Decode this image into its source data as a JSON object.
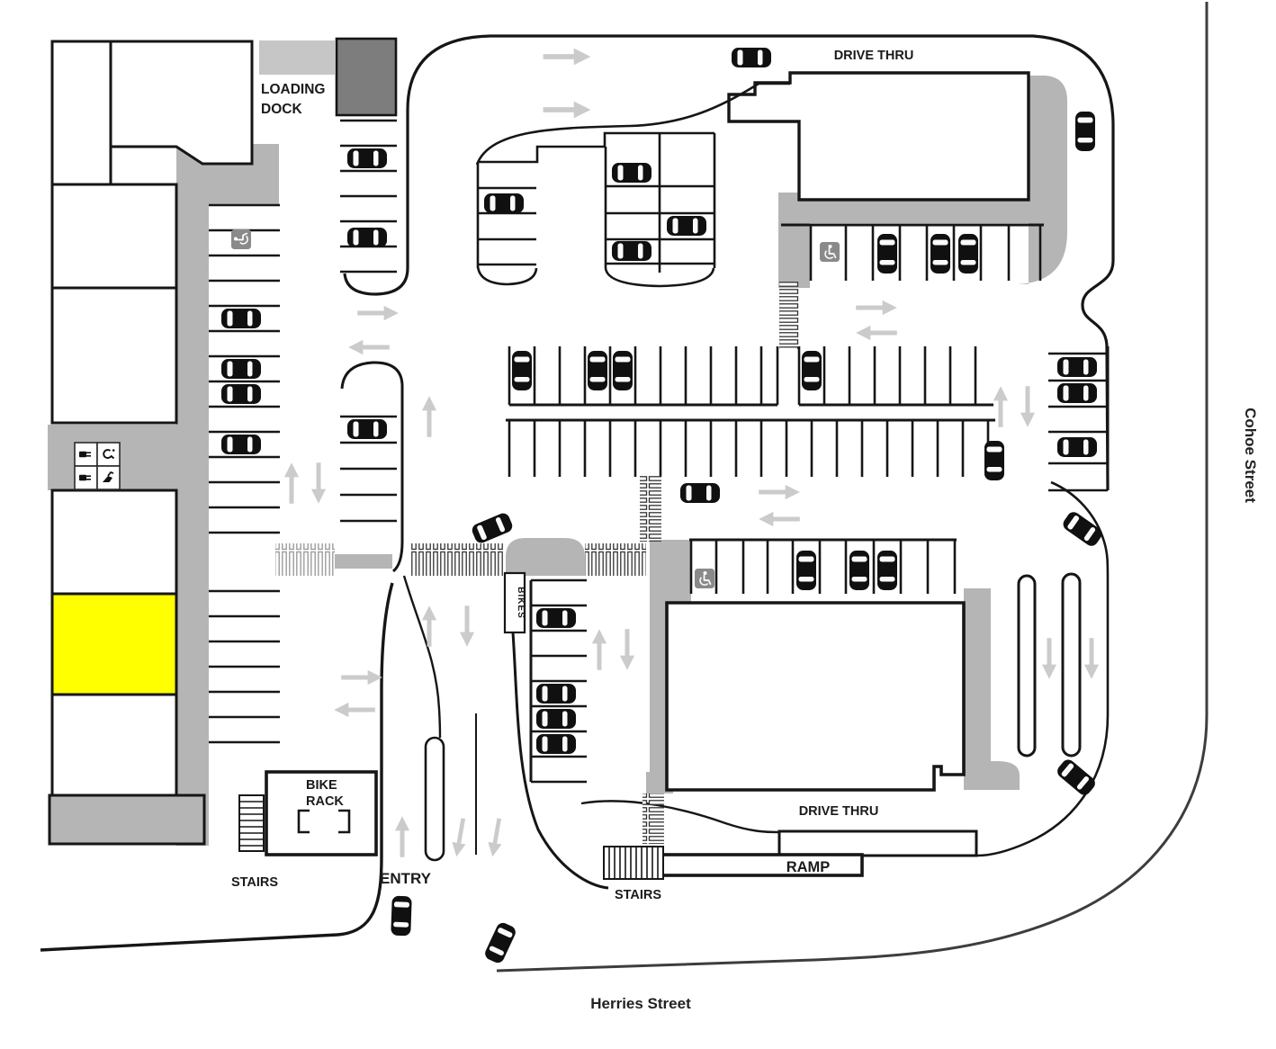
{
  "site_plan": {
    "streets": {
      "east_label": "Cohoe Street",
      "south_label": "Herries Street"
    },
    "labels": {
      "loading_dock_line1": "LOADING",
      "loading_dock_line2": "DOCK",
      "drive_thru_north": "DRIVE THRU",
      "drive_thru_south": "DRIVE THRU",
      "entry": "ENTRY",
      "stairs_west": "STAIRS",
      "stairs_south": "STAIRS",
      "bike_rack_line1": "BIKE",
      "bike_rack_line2": "RACK",
      "bikes": "BIKES",
      "ramp": "RAMP"
    },
    "highlighted_unit": {
      "fill": "#FFFF00"
    },
    "colors": {
      "background": "#ffffff",
      "outline": "#161616",
      "walkway_gray": "#b5b5b5",
      "loading_zone_gray": "#c6c6c6",
      "dock_gray": "#7d7d7d",
      "arrow_gray": "#cbcbcb",
      "accessible_sign_gray": "#8a8a8a",
      "car_black": "#101010",
      "street_line": "#3d3d3d"
    },
    "features": {
      "parked_cars": 37,
      "accessible_spaces": 3,
      "ev_charging_stalls": 4,
      "pedestrian_crossings": 6,
      "drive_thru_lanes": 2,
      "bike_parking_areas": 2,
      "stair_locations": 2
    }
  }
}
